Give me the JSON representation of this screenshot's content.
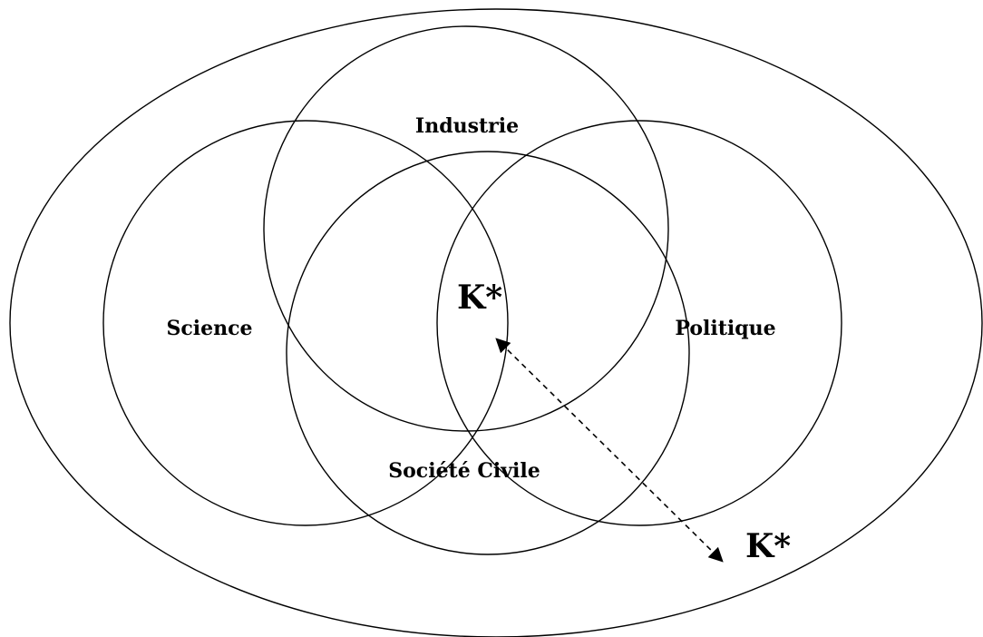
{
  "diagram": {
    "labels": {
      "industrie": "Industrie",
      "science": "Science",
      "politique": "Politique",
      "societe_civile": "Société Civile",
      "k_center": "K*",
      "k_outside": "K*"
    }
  }
}
